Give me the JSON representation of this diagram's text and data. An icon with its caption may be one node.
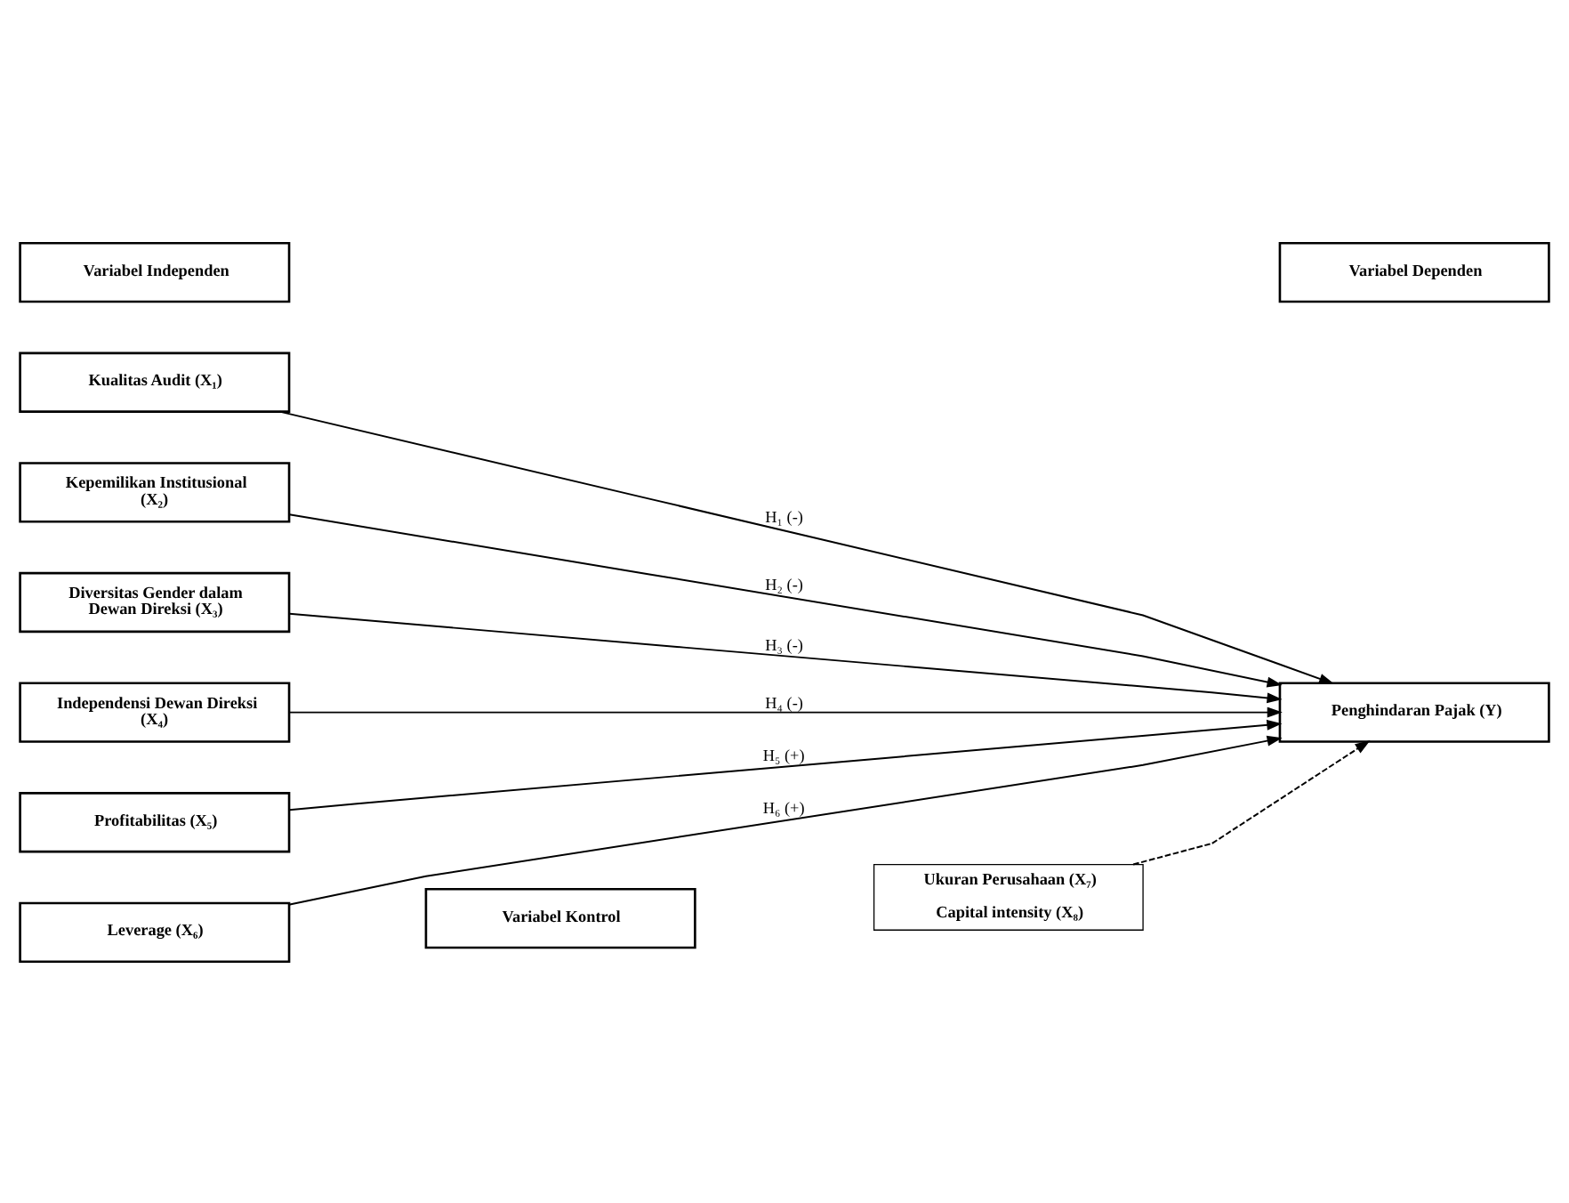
{
  "diagram": {
    "nodes": [
      {
        "text": [
          "Variabel Independen"
        ]
      },
      {
        "text": [
          "Variabel Dependen"
        ]
      },
      {
        "text": [
          "Kualitas Audit (X₁)"
        ]
      },
      {
        "text": [
          "Kepemilikan Institusional (X₂)"
        ]
      },
      {
        "text": [
          "Diversitas Gender dalam Dewan Direksi (X₃)"
        ]
      },
      {
        "text": [
          "Independensi Dewan Direksi (X₄)"
        ]
      },
      {
        "text": [
          "Profitabilitas (X₅)"
        ]
      },
      {
        "text": [
          "Leverage (X₆)"
        ]
      },
      {
        "text": [
          "Penghindaran Pajak (Y)"
        ]
      },
      {
        "text": [
          "Variabel Kontrol"
        ]
      },
      {
        "text": [
          "Ukuran Perusahaan (X₇)",
          "Capital intensity (X₈)"
        ]
      }
    ],
    "edges": [
      {
        "from": 2,
        "to": 8,
        "arrow": "to",
        "label": "H₁ (-)"
      },
      {
        "from": 3,
        "to": 8,
        "arrow": "to",
        "label": "H₂ (-)"
      },
      {
        "from": 4,
        "to": 8,
        "arrow": "to",
        "label": "H₃ (-)"
      },
      {
        "from": 5,
        "to": 8,
        "arrow": "to",
        "label": "H₄ (-)"
      },
      {
        "from": 6,
        "to": 8,
        "arrow": "to",
        "label": "H₅ (+)"
      },
      {
        "from": 7,
        "to": 8,
        "arrow": "to",
        "label": "H₆ (+)"
      },
      {
        "from": 10,
        "to": 8,
        "arrow": "to",
        "style": "dashed"
      }
    ]
  }
}
